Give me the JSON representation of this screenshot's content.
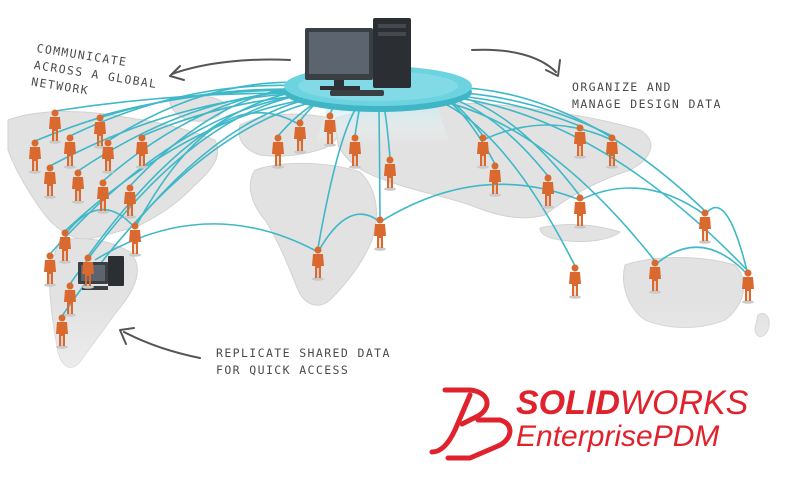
{
  "captions": {
    "global": [
      "Communicate",
      "across a global",
      "network"
    ],
    "organize": [
      "Organize and",
      "manage design data"
    ],
    "replicate": [
      "Replicate shared data",
      "for quick access"
    ]
  },
  "logo": {
    "brand_bold": "SOLID",
    "brand_light": "WORKS",
    "product": "EnterprisePDM",
    "color": "#e0222c"
  },
  "colors": {
    "connection_line": "#3fb8c8",
    "people": "#d9692e",
    "server_platform": "#57c9d8",
    "map_land": "#e4e4e4"
  },
  "icons": [
    "server-computer-icon",
    "replica-server-icon",
    "person-icon",
    "world-map-icon",
    "curved-arrow-icon"
  ]
}
